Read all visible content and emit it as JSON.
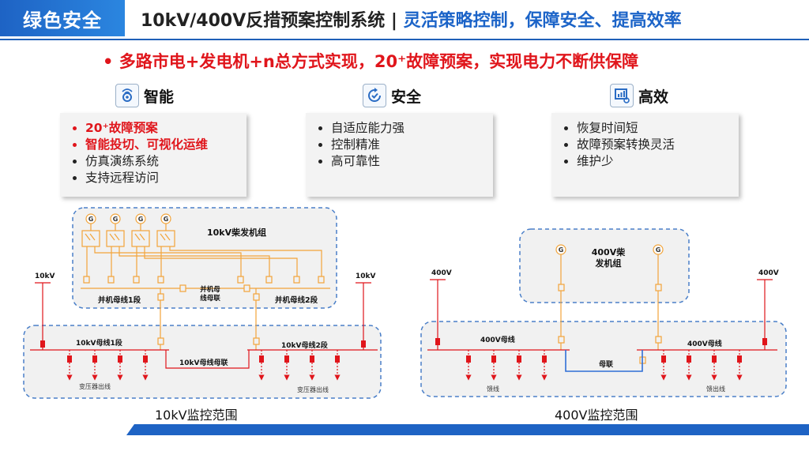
{
  "header": {
    "tag": "绿色安全",
    "title_main": "10kV/400V反措预案控制系统 | ",
    "title_accent": "灵活策略控制，保障安全、提高效率"
  },
  "headline": "• 多路市电+发电机+n总方式实现，20⁺故障预案，实现电力不断供保障",
  "cards": [
    {
      "title": "智能",
      "icon": "smart-gear-icon",
      "items": [
        "20⁺故障预案",
        "智能投切、可视化运维",
        "仿真演练系统",
        "支持远程访问"
      ]
    },
    {
      "title": "安全",
      "icon": "safety-clock-icon",
      "items": [
        "自适应能力强",
        "控制精准",
        "高可靠性"
      ]
    },
    {
      "title": "高效",
      "icon": "efficiency-screen-icon",
      "items": [
        "恢复时间短",
        "故障预案转换灵活",
        "维护少"
      ]
    }
  ],
  "diagram_10kv": {
    "gen_group": "10kV柴发机组",
    "gen_symbol": "G",
    "par_bus_1": "并机母线1段",
    "par_bus_tie": [
      "并机母",
      "线母联"
    ],
    "par_bus_2": "并机母线2段",
    "source_left": "10kV",
    "source_right": "10kV",
    "bus_1": "10kV母线1段",
    "bus_2": "10kV母线2段",
    "bus_tie": "10kV母线母联",
    "outlet_left": "变压器出线",
    "outlet_right": "变压器出线",
    "caption": "10kV监控范围"
  },
  "diagram_400v": {
    "gen_group": [
      "400V柴",
      "发机组"
    ],
    "gen_symbol": "G",
    "source_left": "400V",
    "source_right": "400V",
    "bus_left": "400V母线",
    "bus_right": "400V母线",
    "bus_tie": "母联",
    "outlet_left": "馈线",
    "outlet_right": "馈出线",
    "caption": "400V监控范围"
  },
  "colors": {
    "accent_blue": "#1e63c4",
    "red": "#e0151b",
    "orange": "#f2a43a",
    "line_blue": "#2f6fd6",
    "dash_blue": "#4a7fc8"
  }
}
